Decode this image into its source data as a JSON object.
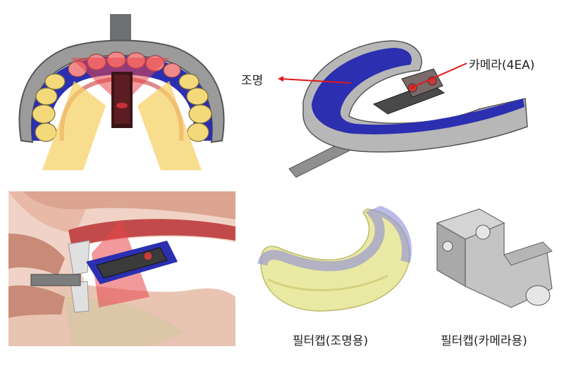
{
  "labels": {
    "lighting": "조명",
    "camera": "카메라(4EA)",
    "filter_cap_lighting": "필터캡(조명용)",
    "filter_cap_camera": "필터캡(카메라용)"
  },
  "colors": {
    "mouthguard_blue": "#2b2fb0",
    "frame_gray": "#a8a8a8",
    "teeth_yellow": "#f3d97a",
    "light_cone_yellow": "#f7d168",
    "light_cone_red": "#e8454a",
    "arrow_red": "#e01818",
    "filter_yellow": "#e8e79a",
    "filter_blue": "#8c8ed8"
  }
}
